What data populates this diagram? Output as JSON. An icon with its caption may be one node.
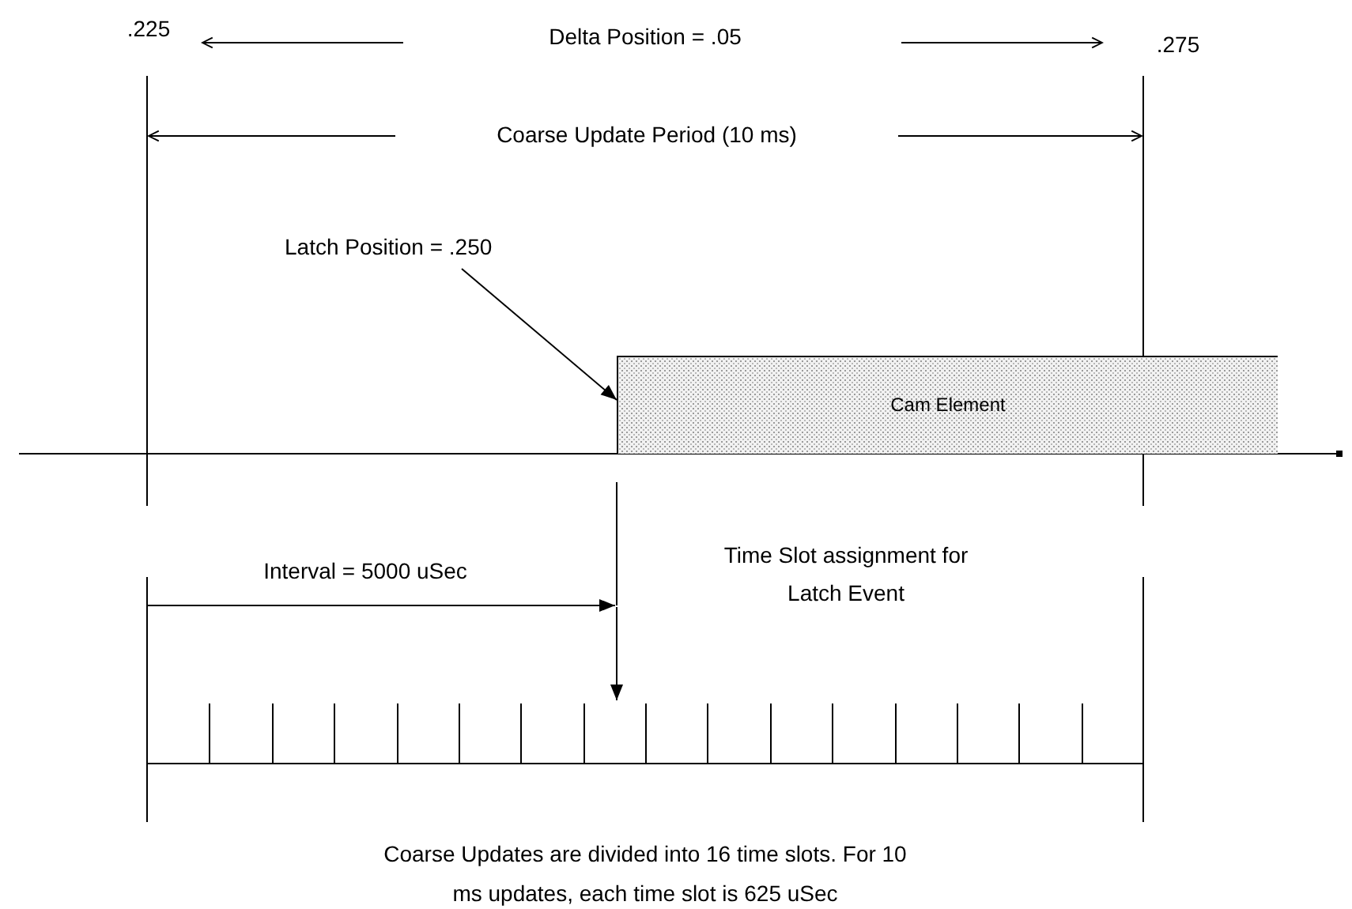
{
  "diagram": {
    "nodes": [
      {
        "text": [
          "Latch Position = .250"
        ]
      },
      {
        "text": [
          "Cam Element"
        ]
      },
      {
        "text": [],
        "shape": "bar"
      }
    ],
    "edges": [
      {
        "from": 0,
        "to": 1,
        "arrow": "to"
      },
      {
        "from": null,
        "to": 2,
        "arrow": "to"
      }
    ],
    "labels": [
      ".225",
      "Delta Position = .05",
      ".275",
      "Coarse Update Period (10 ms)",
      "Interval = 5000 uSec",
      "Time Slot assignment for Latch Event",
      "Coarse Updates are divided into 16 time slots. For 10 ms updates, each time slot is 625 uSec"
    ]
  }
}
